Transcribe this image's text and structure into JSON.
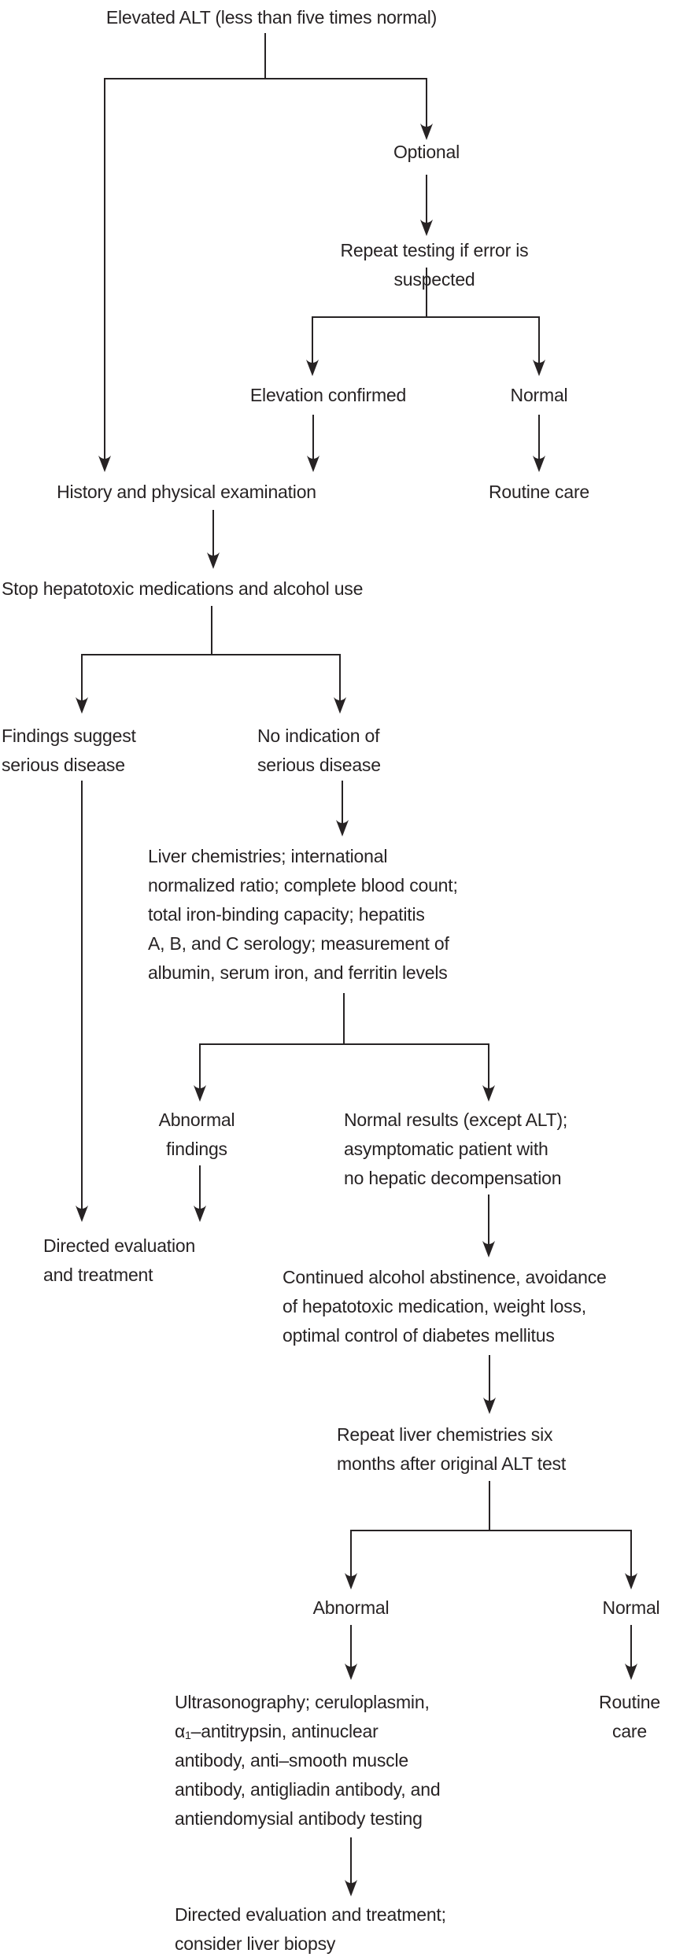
{
  "figure": {
    "type": "flowchart",
    "title": "Evaluation of elevated ALT",
    "background_color": "#ffffff",
    "line_color": "#272324",
    "text_color": "#272324"
  },
  "nodes": {
    "start": {
      "label": "Elevated ALT (less than five times normal)"
    },
    "optional": {
      "label": "Optional"
    },
    "repeat_testing": {
      "label": "Repeat testing if error is suspected"
    },
    "elevation_confirmed": {
      "label": "Elevation confirmed"
    },
    "normal_1": {
      "label": "Normal"
    },
    "history_physical": {
      "label": "History and physical examination"
    },
    "routine_care_1": {
      "label": "Routine care"
    },
    "stop_hepatotoxic": {
      "label": "Stop hepatotoxic medications and alcohol use"
    },
    "findings_serious": {
      "label": "Findings suggest\nserious disease"
    },
    "no_indication": {
      "label": "No indication of\nserious disease"
    },
    "liver_chemistries": {
      "label": "Liver chemistries; international\nnormalized ratio; complete blood count;\ntotal iron-binding capacity; hepatitis\nA, B, and C serology; measurement of\nalbumin, serum iron, and ferritin levels"
    },
    "abnormal_findings": {
      "label": "Abnormal\nfindings"
    },
    "normal_results": {
      "label": "Normal results (except ALT);\nasymptomatic patient with\nno hepatic decompensation"
    },
    "directed_eval_1": {
      "label": "Directed evaluation\nand treatment"
    },
    "continued_abstinence": {
      "label": "Continued alcohol abstinence, avoidance\nof hepatotoxic medication, weight loss,\noptimal control of diabetes mellitus"
    },
    "repeat_liver": {
      "label": "Repeat liver chemistries six\nmonths after original ALT test"
    },
    "abnormal_2": {
      "label": "Abnormal"
    },
    "normal_2": {
      "label": "Normal"
    },
    "routine_care_2": {
      "label": "Routine care"
    },
    "ultrasonography": {
      "label": "Ultrasonography; ceruloplasmin,\nα₁–antitrypsin, antinuclear\nantibody, anti–smooth muscle\nantibody, antigliadin antibody, and\nantiendomysial antibody testing"
    },
    "directed_eval_2": {
      "label": "Directed evaluation and treatment;\nconsider liver biopsy"
    }
  },
  "edges": [
    {
      "from": "start",
      "to": "optional"
    },
    {
      "from": "start",
      "to": "history_physical"
    },
    {
      "from": "optional",
      "to": "repeat_testing"
    },
    {
      "from": "repeat_testing",
      "to": "elevation_confirmed"
    },
    {
      "from": "repeat_testing",
      "to": "normal_1"
    },
    {
      "from": "elevation_confirmed",
      "to": "history_physical"
    },
    {
      "from": "normal_1",
      "to": "routine_care_1"
    },
    {
      "from": "history_physical",
      "to": "stop_hepatotoxic"
    },
    {
      "from": "stop_hepatotoxic",
      "to": "findings_serious"
    },
    {
      "from": "stop_hepatotoxic",
      "to": "no_indication"
    },
    {
      "from": "findings_serious",
      "to": "directed_eval_1"
    },
    {
      "from": "no_indication",
      "to": "liver_chemistries"
    },
    {
      "from": "liver_chemistries",
      "to": "abnormal_findings"
    },
    {
      "from": "liver_chemistries",
      "to": "normal_results"
    },
    {
      "from": "abnormal_findings",
      "to": "directed_eval_1"
    },
    {
      "from": "normal_results",
      "to": "continued_abstinence"
    },
    {
      "from": "continued_abstinence",
      "to": "repeat_liver"
    },
    {
      "from": "repeat_liver",
      "to": "abnormal_2"
    },
    {
      "from": "repeat_liver",
      "to": "normal_2"
    },
    {
      "from": "abnormal_2",
      "to": "ultrasonography"
    },
    {
      "from": "normal_2",
      "to": "routine_care_2"
    },
    {
      "from": "ultrasonography",
      "to": "directed_eval_2"
    }
  ]
}
